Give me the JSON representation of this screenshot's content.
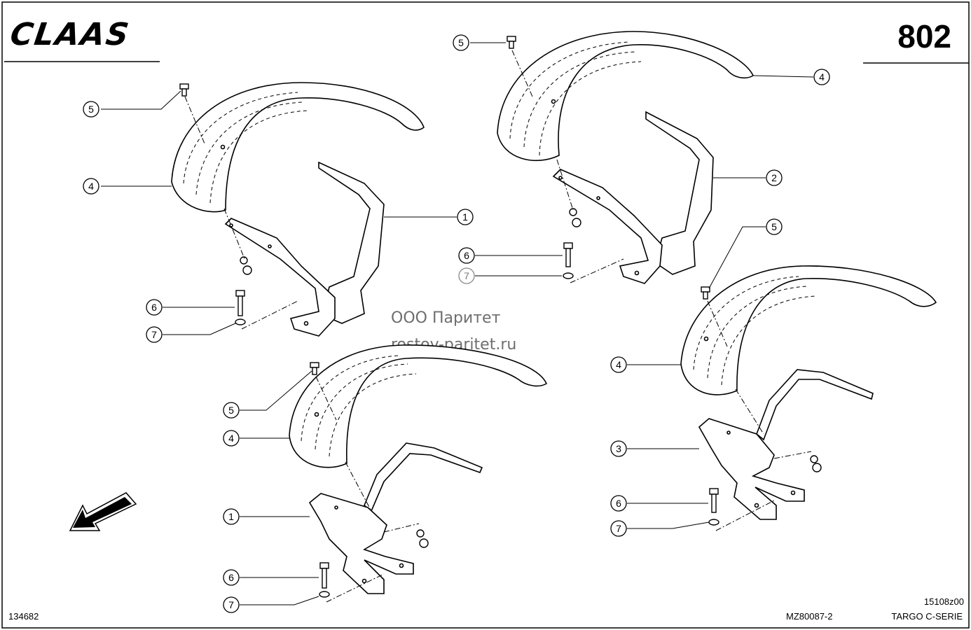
{
  "header": {
    "brand_logo": "CLAAS",
    "sheet_number": "802"
  },
  "watermark": {
    "line1": "ООО Паритет",
    "line2": "rostov-paritet.ru"
  },
  "footer": {
    "left_code": "134682",
    "drawing_code": "MZ80087-2",
    "revision_code": "15108z00",
    "series": "TARGO C-SERIE"
  },
  "icons": {
    "direction_arrow": "travel-direction-arrow-icon"
  },
  "assemblies": [
    {
      "id": "top-left",
      "callouts": [
        {
          "id": "a1-c5",
          "number": "5"
        },
        {
          "id": "a1-c4",
          "number": "4"
        },
        {
          "id": "a1-c1",
          "number": "1"
        },
        {
          "id": "a1-c6",
          "number": "6"
        },
        {
          "id": "a1-c7",
          "number": "7"
        }
      ]
    },
    {
      "id": "top-right",
      "callouts": [
        {
          "id": "a2-c5",
          "number": "5"
        },
        {
          "id": "a2-c4",
          "number": "4"
        },
        {
          "id": "a2-c2",
          "number": "2"
        },
        {
          "id": "a2-c6",
          "number": "6"
        },
        {
          "id": "a2-c7",
          "number": "7"
        }
      ]
    },
    {
      "id": "bottom-left",
      "callouts": [
        {
          "id": "a3-c5",
          "number": "5"
        },
        {
          "id": "a3-c4",
          "number": "4"
        },
        {
          "id": "a3-c1",
          "number": "1"
        },
        {
          "id": "a3-c6",
          "number": "6"
        },
        {
          "id": "a3-c7",
          "number": "7"
        }
      ]
    },
    {
      "id": "bottom-right",
      "callouts": [
        {
          "id": "a4-c5",
          "number": "5"
        },
        {
          "id": "a4-c4",
          "number": "4"
        },
        {
          "id": "a4-c3",
          "number": "3"
        },
        {
          "id": "a4-c6",
          "number": "6"
        },
        {
          "id": "a4-c7",
          "number": "7"
        }
      ]
    }
  ]
}
